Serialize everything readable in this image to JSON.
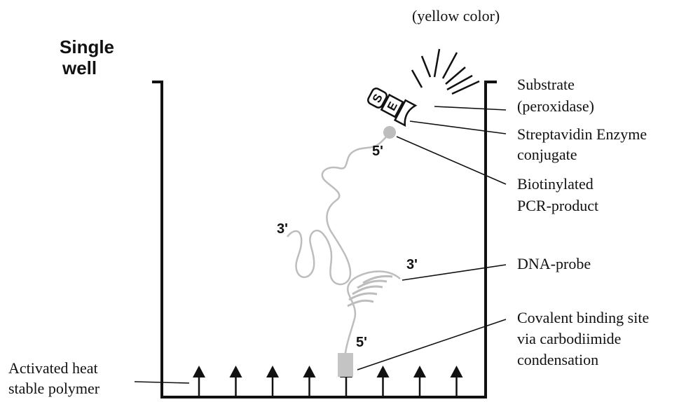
{
  "title": {
    "line1": "Single",
    "line2": "well"
  },
  "top_note": "(yellow color)",
  "labels": {
    "substrate_line1": "Substrate",
    "substrate_line2": "(peroxidase)",
    "strep_line1": "Streptavidin Enzyme",
    "strep_line2": "conjugate",
    "biotin_line1": "Biotinylated",
    "biotin_line2": "PCR-product",
    "probe": "DNA-probe",
    "covalent_line1": "Covalent binding site",
    "covalent_line2": "via carbodiimide",
    "covalent_line3": "condensation",
    "polymer_line1": "Activated heat",
    "polymer_line2": "stable polymer"
  },
  "strand_ends": {
    "pcr_5prime": "5'",
    "pcr_3prime": "3'",
    "probe_3prime": "3'",
    "probe_5prime": "5'"
  },
  "enzyme_complex": {
    "enzyme_letter": "E",
    "substrate_letter": "S"
  },
  "colors": {
    "line": "#111111",
    "strand": "#bdbdbd",
    "biotin": "#bdbdbd",
    "binding_site": "#c4c4c4"
  },
  "polymer_arrow_count": 8
}
